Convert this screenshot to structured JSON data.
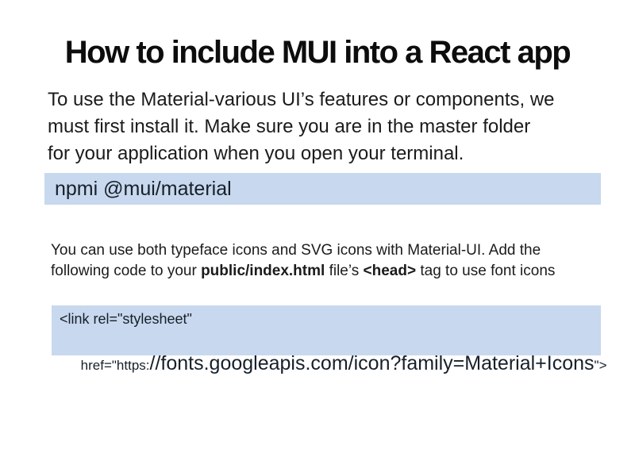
{
  "slide": {
    "title": "How to include MUI into a React app",
    "intro": {
      "line1": "To use the Material-various UI’s features or components, we",
      "line2": "must first install it. Make sure you are in the master folder",
      "line3": "for your application when you open your terminal."
    },
    "install_code": "npmi @mui/material",
    "icons_note": {
      "line1": "You can use both typeface icons and SVG icons with Material-UI. Add the",
      "line2_start": "following code to your ",
      "line2_bold1": "public/index.html",
      "line2_mid": " file’s ",
      "line2_bold2": "<head>",
      "line2_end": " tag to use font icons"
    },
    "link_code": {
      "line1": "<link rel=\"stylesheet\"",
      "line2_prefix": "href=\"https:",
      "line2_url": "//fonts.googleapis.com/icon?family=Material+Icons",
      "line2_suffix": "\">"
    },
    "colors": {
      "code_background": "#c8d8ee",
      "body_text": "#1b1b1b",
      "code_text": "#17202a"
    }
  }
}
